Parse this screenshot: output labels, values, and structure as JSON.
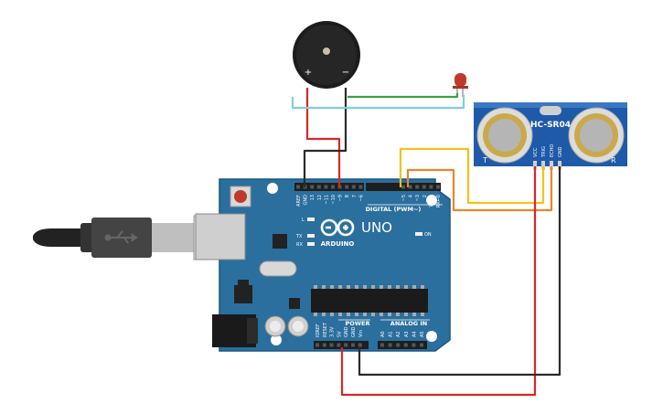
{
  "board": {
    "logo_text": "ARDUINO",
    "model": "UNO",
    "digital_header": "DIGITAL (PWM~)",
    "digital_pins": [
      "AREF",
      "GND",
      "13",
      "12",
      "~11",
      "~10",
      "~9",
      "8",
      "7",
      "~6",
      "~5",
      "4",
      "~3",
      "2",
      "TX→1",
      "RX←0"
    ],
    "power_header": "POWER",
    "power_pins": [
      "IOREF",
      "RESET",
      "3.3V",
      "5V",
      "GND",
      "GND",
      "Vin"
    ],
    "analog_header": "ANALOG IN",
    "analog_pins": [
      "A0",
      "A1",
      "A2",
      "A3",
      "A4",
      "A5"
    ],
    "led_l": "L",
    "led_tx": "TX",
    "led_rx": "RX",
    "led_on": "ON"
  },
  "sensor": {
    "model": "HC-SR04",
    "pins": [
      "VCC",
      "TRIG",
      "ECHO",
      "GND"
    ],
    "left_mark": "T",
    "right_mark": "R"
  },
  "buzzer": {
    "plus": "+",
    "minus": "−"
  },
  "colors": {
    "wire_red": "#d8262b",
    "wire_black": "#2b2b2b",
    "wire_green": "#3aa341",
    "wire_yellow": "#f2c21b",
    "wire_orange": "#e8862a",
    "wire_cyan": "#7fd0dc",
    "board_blue": "#2a6f9e",
    "sensor_blue": "#1e5aa8"
  }
}
